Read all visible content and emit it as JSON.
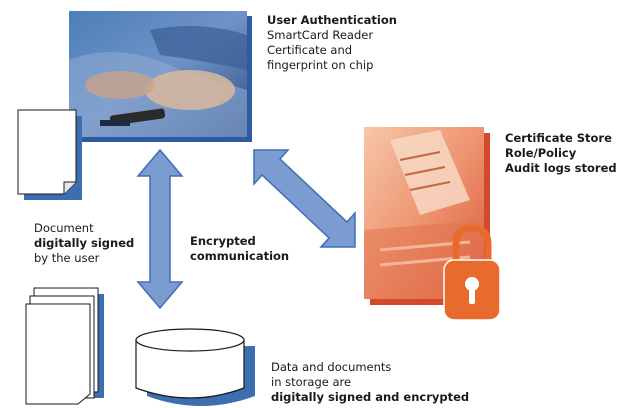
{
  "user_auth": {
    "title": "User Authentication",
    "line1": "SmartCard Reader",
    "line2": "Certificate and",
    "line3": "fingerprint on chip"
  },
  "cert_store": {
    "line1": "Certificate Store",
    "line2": "Role/Policy",
    "line3": "Audit logs stored"
  },
  "document": {
    "line1": "Document",
    "line2": "digitally signed",
    "line3": "by the user"
  },
  "channel": {
    "line1": "Encrypted",
    "line2": "communication"
  },
  "storage": {
    "line1": "Data and documents",
    "line2": "in storage are",
    "line3": "digitally signed and encrypted"
  },
  "colors": {
    "accent_blue": "#3d6fb0",
    "arrow_fill": "#7b9cd0",
    "lock_orange": "#e86a2c"
  },
  "icons": [
    "smartcard-photo",
    "document-icon",
    "document-stack-icon",
    "database-icon",
    "certificate-store-icon",
    "lock-icon"
  ]
}
